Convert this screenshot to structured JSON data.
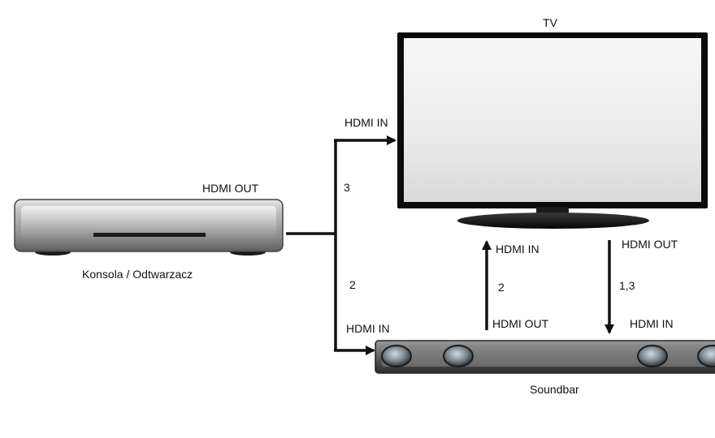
{
  "devices": {
    "tv": {
      "name": "TV"
    },
    "console": {
      "name": "Konsola / Odtwarzacz"
    },
    "soundbar": {
      "name": "Soundbar"
    }
  },
  "ports": {
    "console_out": "HDMI OUT",
    "tv_in_from_console": "HDMI IN",
    "soundbar_in_from_console": "HDMI IN",
    "tv_in_from_soundbar": "HDMI IN",
    "tv_out_to_soundbar": "HDMI OUT",
    "soundbar_out_to_tv": "HDMI OUT",
    "soundbar_in_from_tv": "HDMI IN"
  },
  "connections": {
    "console_to_tv": "3",
    "console_to_soundbar": "2",
    "soundbar_to_tv": "2",
    "tv_to_soundbar": "1,3"
  },
  "colors": {
    "line": "#111111",
    "device_body": "#9a9a9a",
    "screen": "#ececec"
  }
}
